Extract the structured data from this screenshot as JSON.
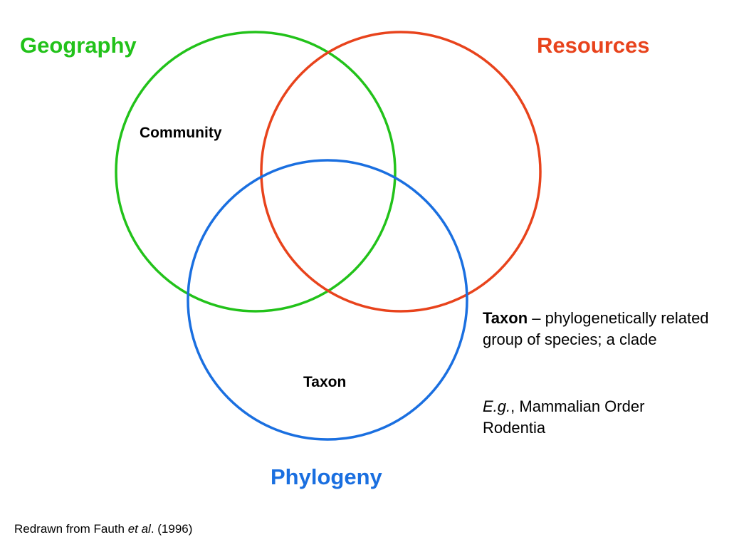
{
  "colors": {
    "geography": "#22c21a",
    "resources": "#e8431c",
    "phylogeny": "#1a6fe0"
  },
  "sets": {
    "geography": {
      "label": "Geography"
    },
    "resources": {
      "label": "Resources"
    },
    "phylogeny": {
      "label": "Phylogeny"
    }
  },
  "regions": {
    "community": "Community",
    "taxon": "Taxon"
  },
  "definition": {
    "term": "Taxon",
    "text": " – phylogenetically related group of species; a clade"
  },
  "example": {
    "prefix": "E.g.",
    "text": ", Mammalian Order Rodentia"
  },
  "citation": {
    "prefix": "Redrawn from Fauth ",
    "italic": "et al",
    "suffix": ". (1996)"
  }
}
